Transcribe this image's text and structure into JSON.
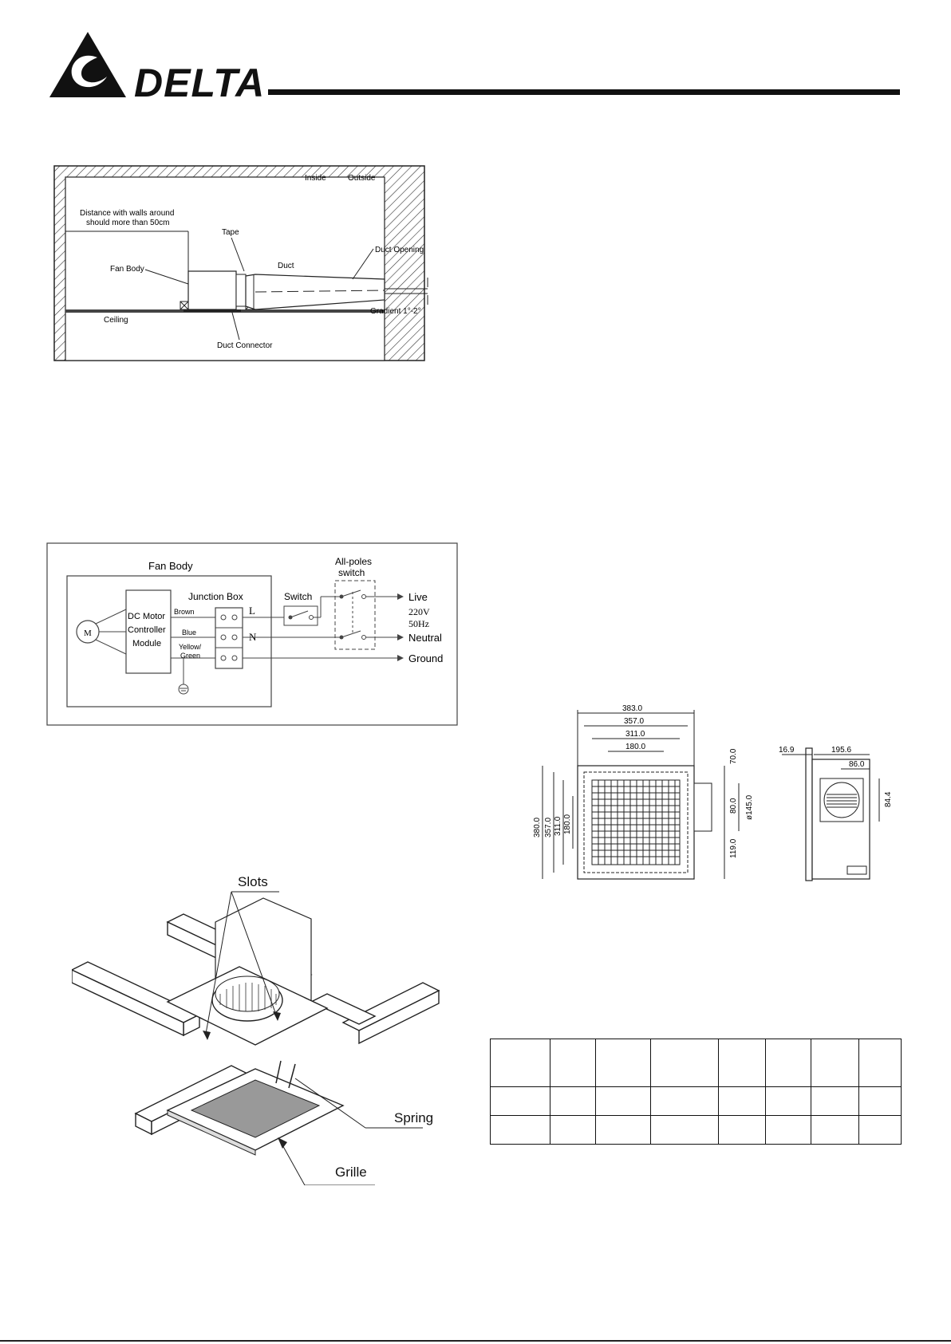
{
  "brand": {
    "name": "DELTA"
  },
  "install_diagram": {
    "label_inside": "Inside",
    "label_outside": "Outside",
    "label_distance_1": "Distance with walls around",
    "label_distance_2": "should more than 50cm",
    "label_tape": "Tape",
    "label_duct": "Duct",
    "label_duct_opening": "Duct Opening",
    "label_fan_body": "Fan Body",
    "label_gradient": "Gradient 1°-2°",
    "label_ceiling": "Ceiling",
    "label_duct_connector": "Duct Connector"
  },
  "wiring_diagram": {
    "label_fan_body": "Fan Body",
    "label_all_poles_1": "All-poles",
    "label_all_poles_2": "switch",
    "label_junction_box": "Junction Box",
    "label_switch": "Switch",
    "label_live": "Live",
    "label_neutral": "Neutral",
    "label_ground": "Ground",
    "label_voltage": "220V",
    "label_frequency": "50Hz",
    "label_dc_1": "DC Motor",
    "label_dc_2": "Controller",
    "label_dc_3": "Module",
    "label_brown": "Brown",
    "label_blue": "Blue",
    "label_yellow_1": "Yellow/",
    "label_yellow_2": "Green",
    "label_L": "L",
    "label_N": "N",
    "label_motor": "M"
  },
  "grille_diagram": {
    "label_slots": "Slots",
    "label_spring": "Spring",
    "label_grille": "Grille"
  },
  "dimension_drawing": {
    "d_383": "383.0",
    "d_357": "357.0",
    "d_311": "311.0",
    "d_180": "180.0",
    "d_380": "380.0",
    "d_357v": "357.0",
    "d_311v": "311.0",
    "d_180v": "180.0",
    "d_70": "70.0",
    "d_80": "80.0",
    "d_119": "119.0",
    "d_145": "ø145.0",
    "d_16_9": "16.9",
    "d_195_6": "195.6",
    "d_86": "86.0",
    "d_84_4": "84.4"
  },
  "spec_table": {
    "rows": 3,
    "cols": 8
  }
}
